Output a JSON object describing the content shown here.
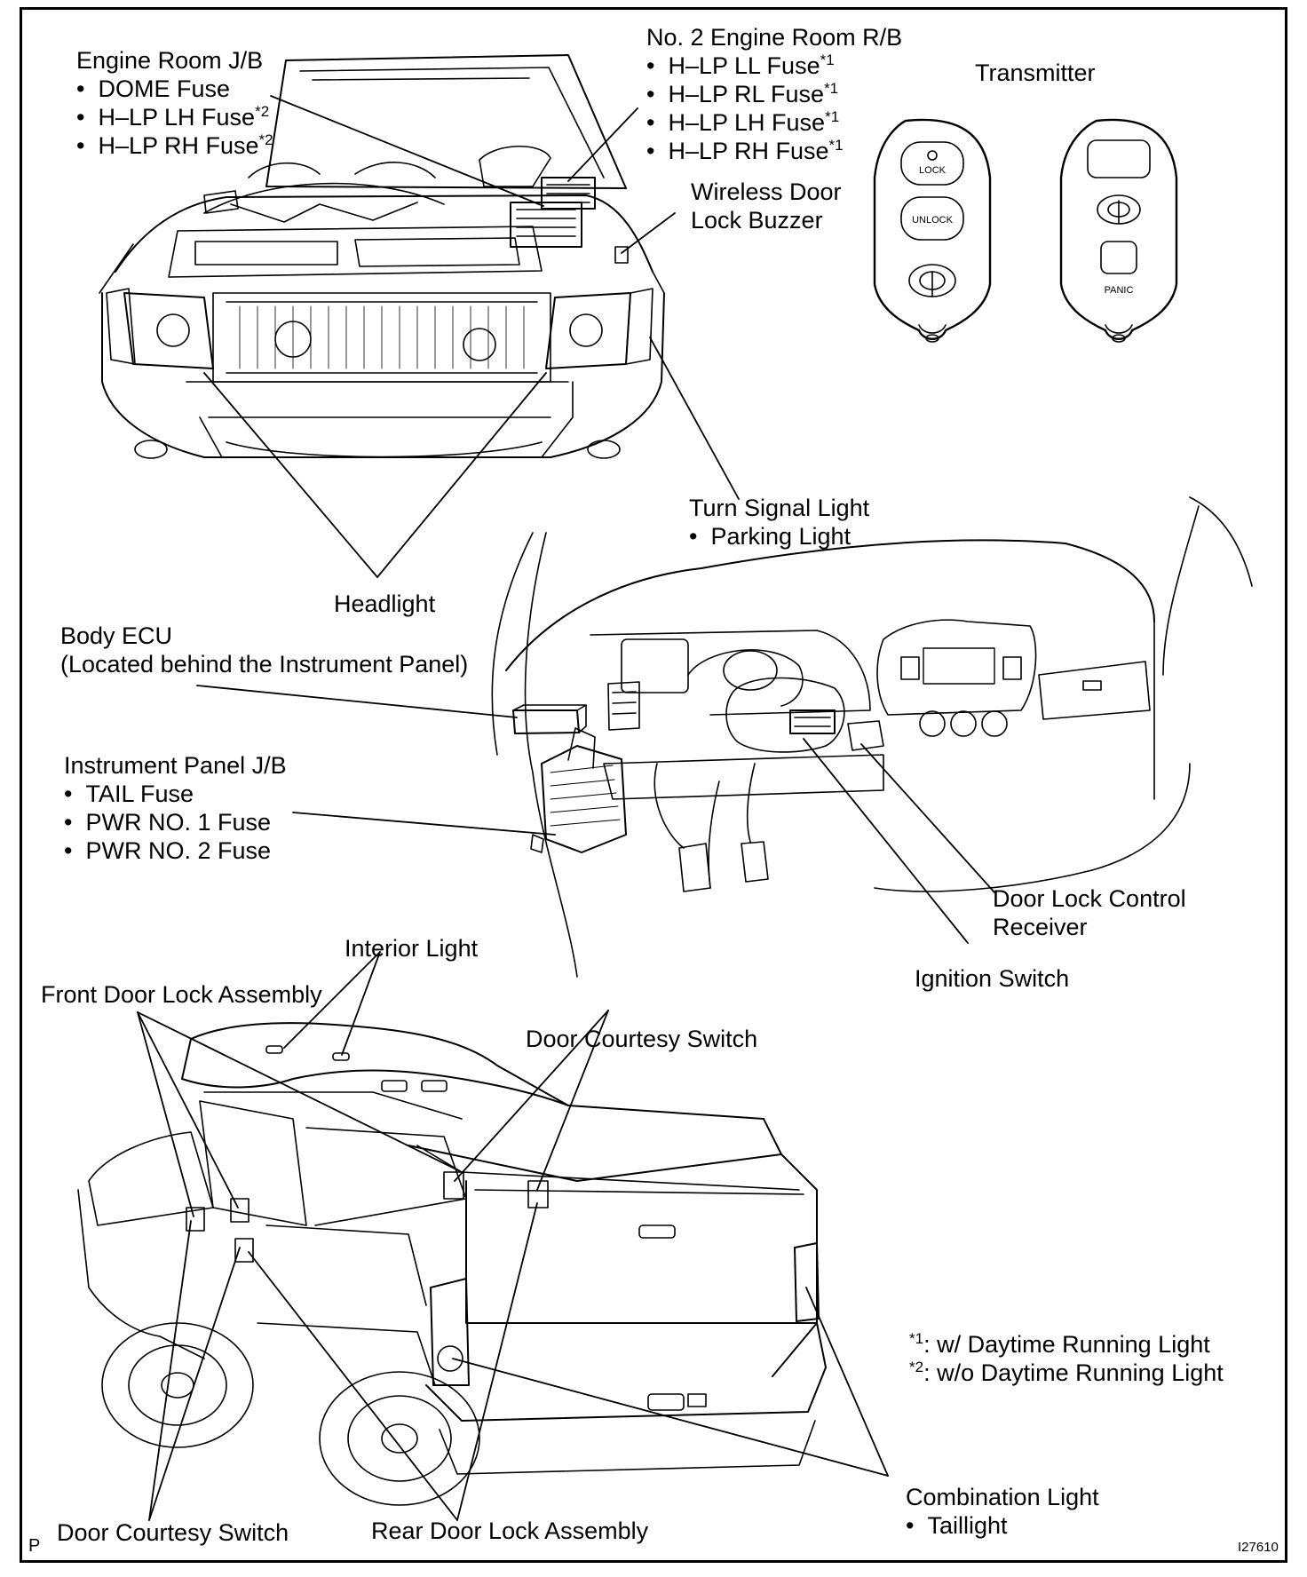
{
  "labels": {
    "engine_room_jb": {
      "title": "Engine Room J/B",
      "items": [
        "DOME Fuse",
        "H–LP LH Fuse",
        "H–LP RH Fuse"
      ],
      "notes": [
        "",
        "*2",
        "*2"
      ]
    },
    "no2_engine_room_rb": {
      "title": "No. 2 Engine Room R/B",
      "items": [
        "H–LP LL Fuse",
        "H–LP RL Fuse",
        "H–LP LH Fuse",
        "H–LP RH Fuse"
      ],
      "notes": [
        "*1",
        "*1",
        "*1",
        "*1"
      ]
    },
    "transmitter": "Transmitter",
    "wireless_door_lock_buzzer": [
      "Wireless Door",
      "Lock Buzzer"
    ],
    "turn_signal_light": {
      "title": "Turn Signal Light",
      "items": [
        "Parking Light"
      ]
    },
    "headlight": "Headlight",
    "body_ecu": [
      "Body ECU",
      "(Located behind the Instrument Panel)"
    ],
    "instrument_panel_jb": {
      "title": "Instrument Panel J/B",
      "items": [
        "TAIL Fuse",
        "PWR NO. 1 Fuse",
        "PWR NO. 2 Fuse"
      ]
    },
    "door_lock_control_receiver": [
      "Door Lock Control",
      "Receiver"
    ],
    "ignition_switch": "Ignition Switch",
    "interior_light": "Interior Light",
    "front_door_lock_assembly": "Front Door Lock Assembly",
    "door_courtesy_switch_top": "Door Courtesy Switch",
    "door_courtesy_switch_bottom": "Door Courtesy Switch",
    "rear_door_lock_assembly": "Rear Door Lock Assembly",
    "combination_light": {
      "title": "Combination Light",
      "items": [
        "Taillight"
      ]
    },
    "footnotes": [
      {
        "mark": "*1",
        "text": ": w/ Daytime Running Light"
      },
      {
        "mark": "*2",
        "text": ": w/o Daytime Running Light"
      }
    ],
    "corner_p": "P",
    "figure_id": "I27610"
  },
  "transmitter_buttons": {
    "lock": "LOCK",
    "unlock": "UNLOCK",
    "panic": "PANIC"
  }
}
